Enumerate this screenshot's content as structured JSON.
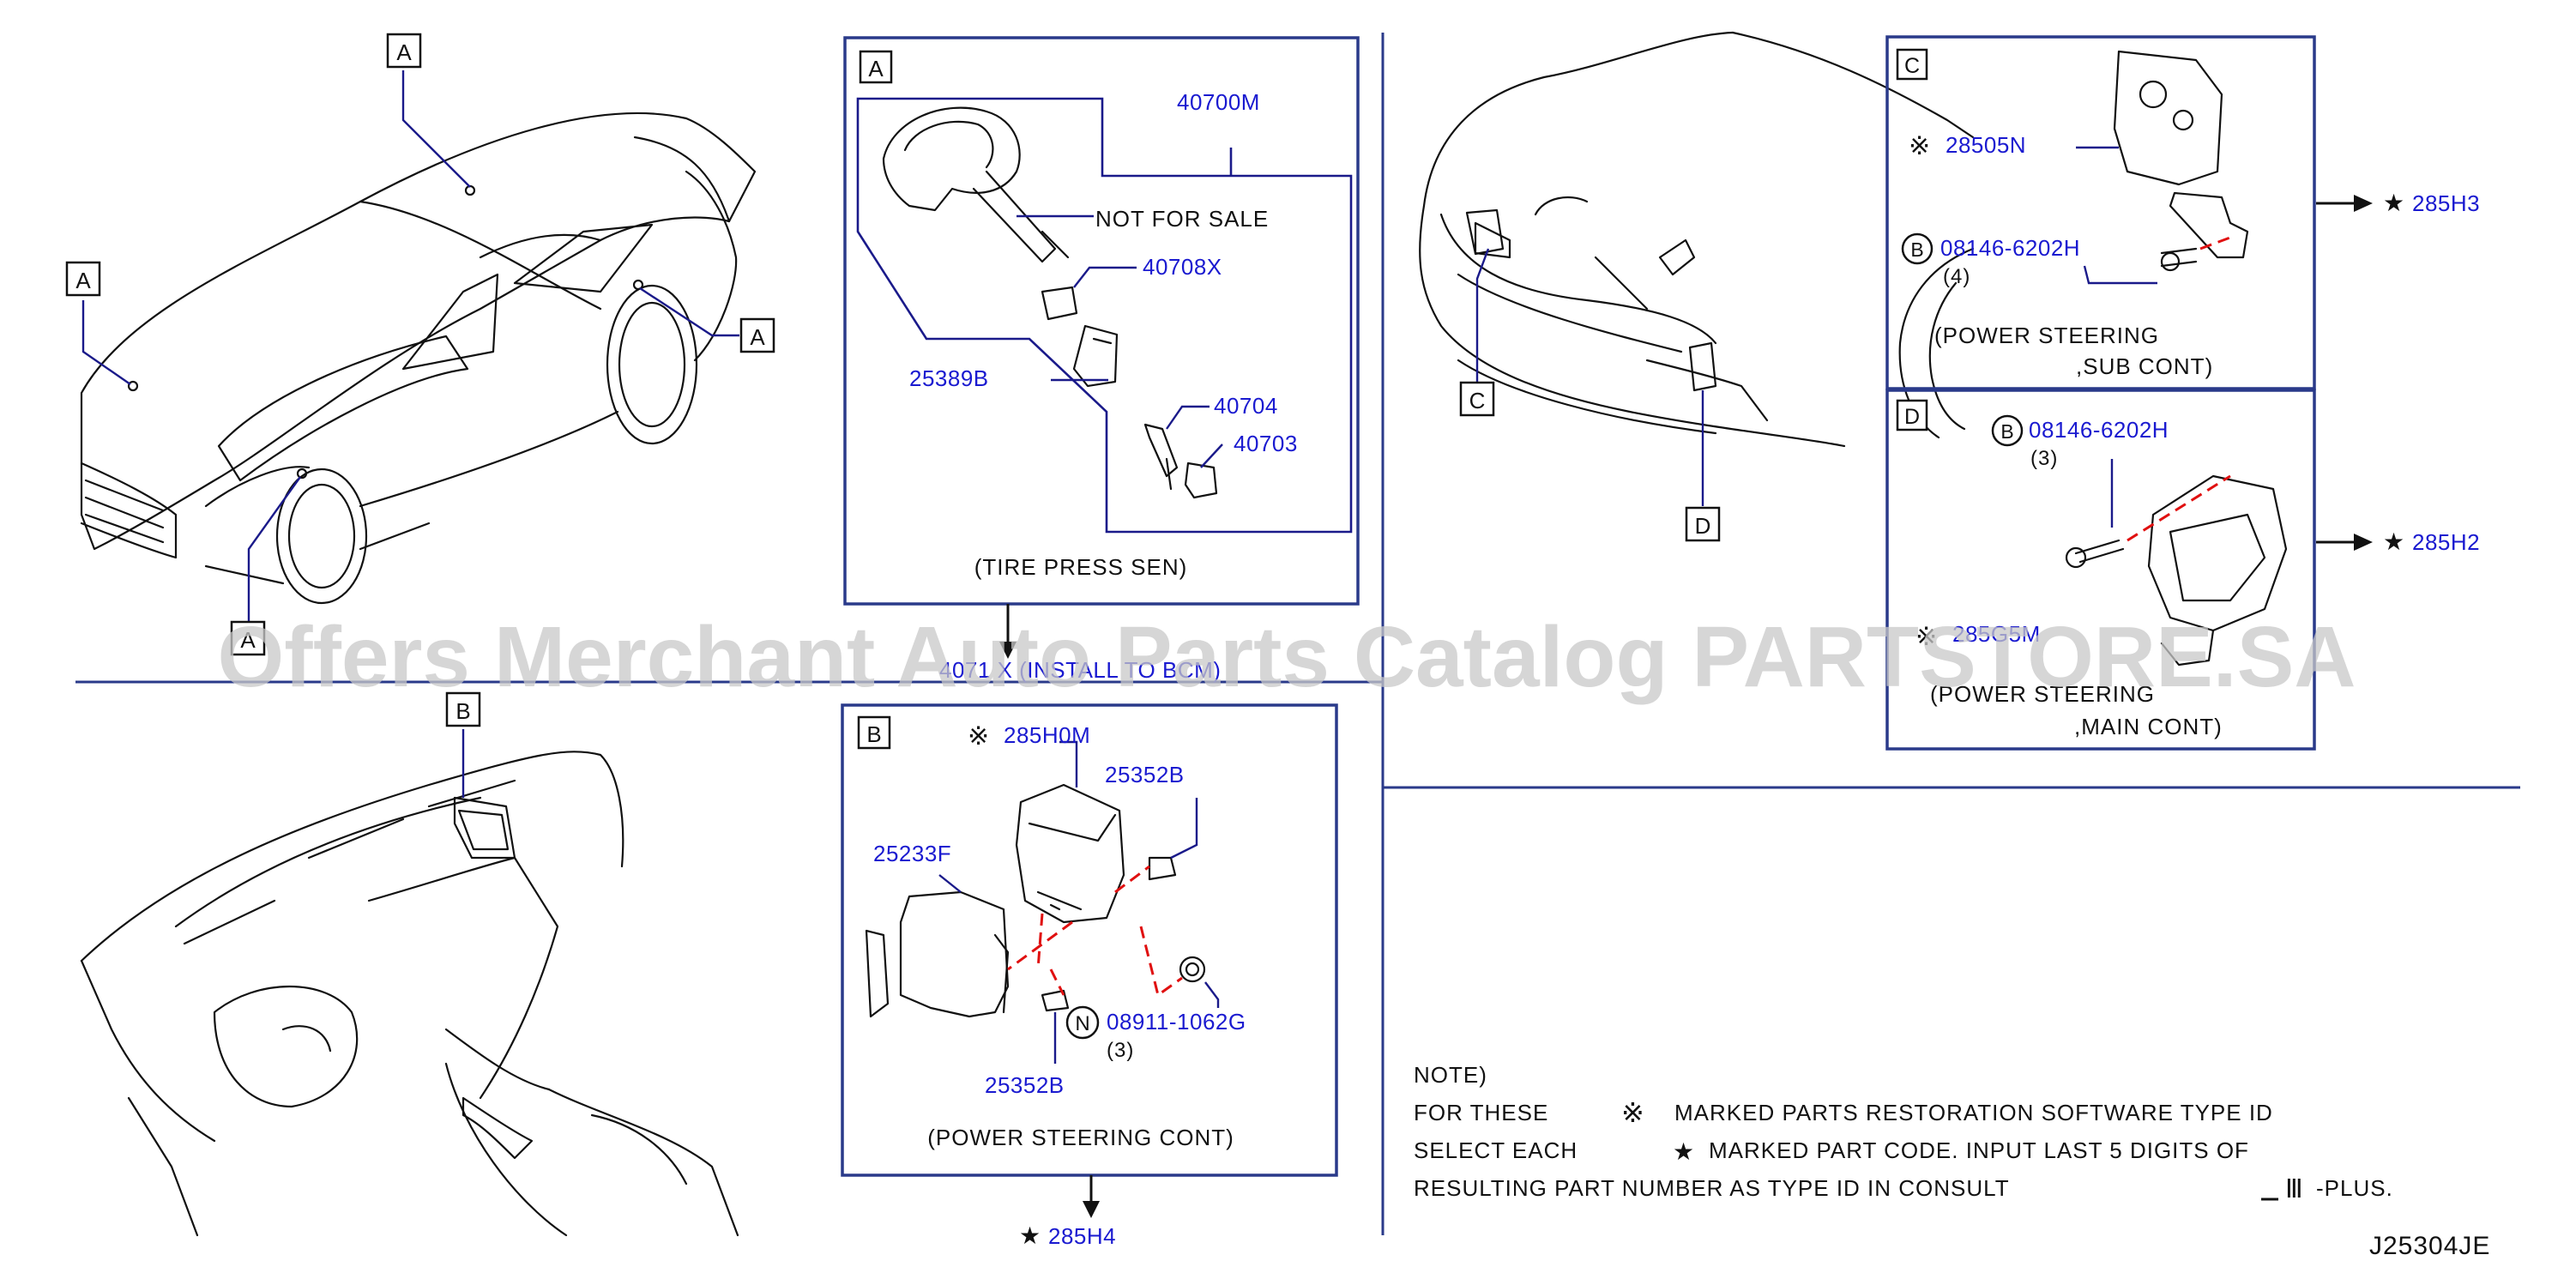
{
  "watermark": "Offers Merchant Auto Parts Catalog PARTSTORE.SA",
  "diagram_id": "J25304JE",
  "callouts": {
    "a": "A",
    "b": "B",
    "c": "C",
    "d": "D",
    "b_circle": "B",
    "n_circle": "N"
  },
  "marks": {
    "star": "★",
    "reference": "※"
  },
  "panel_a": {
    "parts": {
      "p1": "40700M",
      "p2": "NOT  FOR  SALE",
      "p3": "40708X",
      "p4": "25389B",
      "p5": "40704",
      "p6": "40703"
    },
    "caption": "(TIRE  PRESS  SEN)",
    "install_text": "4071 X  (INSTALL  TO  BCM)"
  },
  "panel_b": {
    "parts": {
      "p1": "285H0M",
      "p2": "25352B",
      "p3": "25233F",
      "p4": "08911-1062G",
      "p4_qty": "(3)",
      "p5": "25352B"
    },
    "caption_1": "(POWER  STEERING  CONT)",
    "ref": "285H4"
  },
  "panel_c": {
    "parts": {
      "p1": "28505N",
      "p2": "08146-6202H",
      "p2_qty": "(4)"
    },
    "caption_1": "(POWER  STEERING",
    "caption_2": ",SUB  CONT)",
    "ref": "285H3"
  },
  "panel_d": {
    "parts": {
      "p1": "08146-6202H",
      "p1_qty": "(3)",
      "p2": "285G5M"
    },
    "caption_1": "(POWER  STEERING",
    "caption_2": ",MAIN  CONT)",
    "ref": "285H2"
  },
  "note": {
    "title": "NOTE)",
    "l1a": "FOR  THESE",
    "l1b": "MARKED  PARTS  RESTORATION  SOFTWARE  TYPE  ID",
    "l2a": "SELECT  EACH",
    "l2b": "MARKED  PART  CODE.  INPUT  LAST  5  DIGITS  OF",
    "l3a": "RESULTING  PART  NUMBER  AS  TYPE  ID  IN  CONSULT",
    "l3b": "Ⅲ",
    "l3c": "-PLUS."
  }
}
